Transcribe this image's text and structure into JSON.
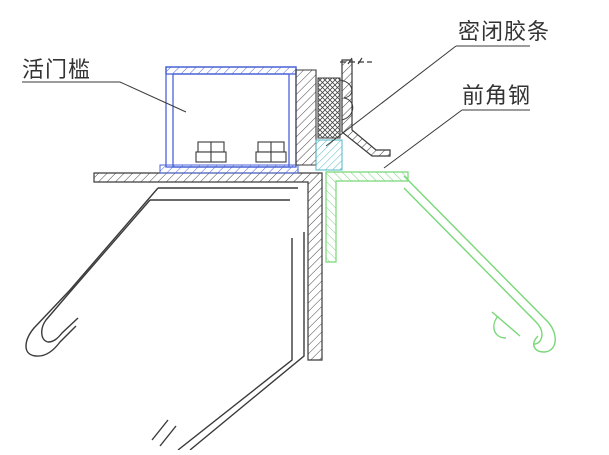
{
  "labels": {
    "threshold": "活门槛",
    "seal_strip": "密闭胶条",
    "front_angle_steel": "前角钢"
  },
  "colors": {
    "line": "#3a3a3a",
    "blue": "#4a63d8",
    "green": "#78d878",
    "cyan": "#52b8c4"
  }
}
